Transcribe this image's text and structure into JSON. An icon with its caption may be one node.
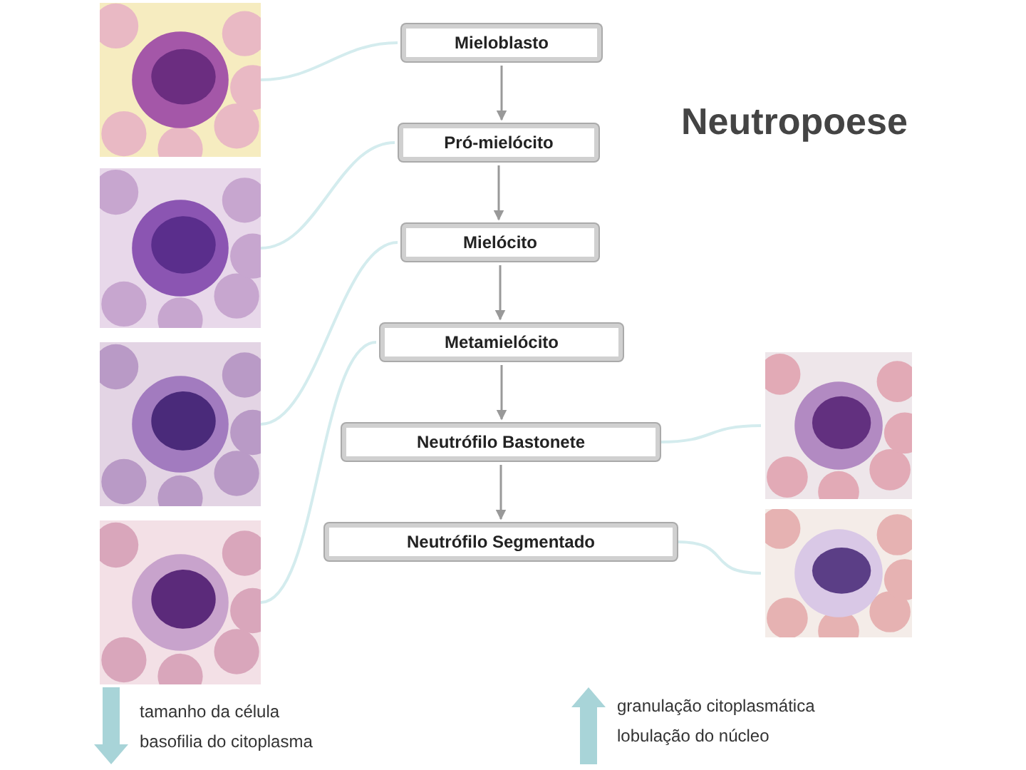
{
  "diagram": {
    "title": "Neutropoese",
    "nodes": [
      {
        "text": [
          "Mieloblasto"
        ]
      },
      {
        "text": [
          "Pró-mielócito"
        ]
      },
      {
        "text": [
          "Mielócito"
        ]
      },
      {
        "text": [
          "Metamielócito"
        ]
      },
      {
        "text": [
          "Neutrófilo Bastonete"
        ]
      },
      {
        "text": [
          "Neutrófilo Segmentado"
        ]
      },
      {
        "text": [],
        "shape": "picture"
      },
      {
        "text": [],
        "shape": "picture"
      },
      {
        "text": [],
        "shape": "picture"
      },
      {
        "text": [],
        "shape": "picture"
      },
      {
        "text": [],
        "shape": "picture"
      },
      {
        "text": [],
        "shape": "picture"
      }
    ],
    "edges": [
      {
        "from": 0,
        "to": 1,
        "arrow": "to"
      },
      {
        "from": 1,
        "to": 2,
        "arrow": "to"
      },
      {
        "from": 2,
        "to": 3,
        "arrow": "to"
      },
      {
        "from": 3,
        "to": 4,
        "arrow": "to"
      },
      {
        "from": 4,
        "to": 5,
        "arrow": "to"
      },
      {
        "from": 6,
        "to": 0,
        "arrow": "none",
        "color": "#d4ecee"
      },
      {
        "from": 7,
        "to": 1,
        "arrow": "none",
        "color": "#d4ecee"
      },
      {
        "from": 8,
        "to": 2,
        "arrow": "none",
        "color": "#d4ecee"
      },
      {
        "from": 9,
        "to": 3,
        "arrow": "none",
        "color": "#d4ecee"
      },
      {
        "from": 4,
        "to": 10,
        "arrow": "none",
        "color": "#d4ecee"
      },
      {
        "from": 5,
        "to": 11,
        "arrow": "none",
        "color": "#d4ecee"
      }
    ],
    "labels": [
      "tamanho da célula",
      "basofilia do citoplasma",
      "granulação citoplasmática",
      "lobulação do núcleo"
    ]
  }
}
